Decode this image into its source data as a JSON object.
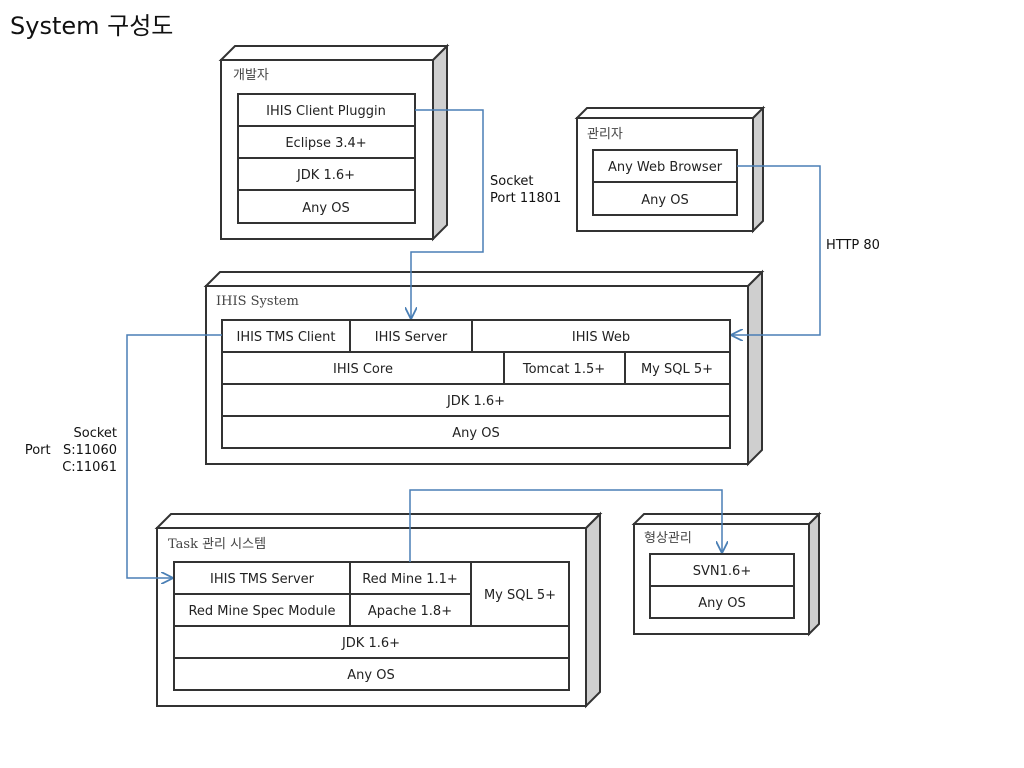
{
  "title": "System 구성도",
  "colors": {
    "connector": "#4a7fb5",
    "side_face": "#cfcfcf",
    "border": "#333333"
  },
  "nodes": {
    "developer": {
      "title": "개발자",
      "cells": [
        "IHIS Client Pluggin",
        "Eclipse 3.4+",
        "JDK 1.6+",
        "Any OS"
      ]
    },
    "admin": {
      "title": "관리자",
      "cells": [
        "Any Web Browser",
        "Any OS"
      ]
    },
    "ihis_system": {
      "title": "IHIS System",
      "cells": {
        "tms_client": "IHIS TMS Client",
        "server": "IHIS Server",
        "web": "IHIS Web",
        "core": "IHIS Core",
        "tomcat": "Tomcat 1.5+",
        "mysql": "My SQL 5+",
        "jdk": "JDK 1.6+",
        "os": "Any OS"
      }
    },
    "task_system": {
      "title": "Task 관리 시스템",
      "cells": {
        "tms_server": "IHIS TMS Server",
        "redmine": "Red Mine 1.1+",
        "mysql": "My SQL 5+",
        "spec_module": "Red Mine Spec Module",
        "apache": "Apache 1.8+",
        "jdk": "JDK 1.6+",
        "os": "Any OS"
      }
    },
    "config_mgmt": {
      "title": "형상관리",
      "cells": [
        "SVN1.6+",
        "Any OS"
      ]
    }
  },
  "connections": {
    "socket_dev": {
      "line1": "Socket",
      "line2": "Port 11801"
    },
    "http": {
      "label": "HTTP 80"
    },
    "socket_task": {
      "line1": "Socket",
      "line2": "Port   S:11060",
      "line3": "C:11061"
    }
  }
}
